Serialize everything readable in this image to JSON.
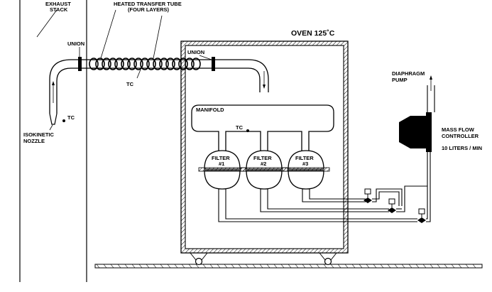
{
  "labels": {
    "exhaust_line1": "EXHAUST",
    "exhaust_line2": "STACK",
    "tube_line1": "HEATED TRANSFER TUBE",
    "tube_line2": "(FOUR LAYERS)",
    "union_left": "UNION",
    "union_right": "UNION",
    "tc_tube": "TC",
    "tc_nozzle": "TC",
    "tc_manifold": "TC",
    "nozzle_line1": "ISOKINETIC",
    "nozzle_line2": "NOZZLE",
    "oven": "OVEN  125˚C",
    "manifold": "MANIFOLD",
    "filter1_a": "FILTER",
    "filter1_b": "#1",
    "filter2_a": "FILTER",
    "filter2_b": "#2",
    "filter3_a": "FILTER",
    "filter3_b": "#3",
    "pump_line1": "DIAPHRAGM",
    "pump_line2": "PUMP",
    "mfc_line1": "MASS FLOW",
    "mfc_line2": "CONTROLLER",
    "mfc_line3": "10 LITERS / MIN"
  }
}
